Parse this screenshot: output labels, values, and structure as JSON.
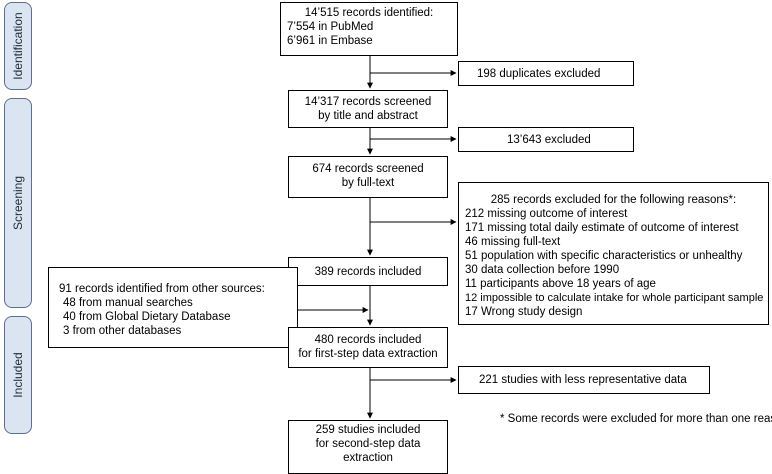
{
  "phases": {
    "identification": "Identification",
    "screening": "Screening",
    "included": "Included"
  },
  "boxes": {
    "records_identified": [
      "14’515 records identified:",
      "7’554 in PubMed",
      "6’961 in Embase"
    ],
    "duplicates": [
      "198 duplicates excluded"
    ],
    "screened_title": [
      "14’317 records screened",
      "by title and abstract"
    ],
    "excluded_13643": [
      "13’643 excluded"
    ],
    "screened_fulltext": [
      "674 records screened",
      "by full-text"
    ],
    "excluded_reasons": [
      "285 records excluded for the following reasons*:",
      "212 missing outcome of interest",
      "171 missing total daily estimate of outcome of interest",
      "46 missing full-text",
      "51 population with specific characteristics or unhealthy",
      "30 data collection before 1990",
      "11 participants above 18 years of age",
      "12 impossible to calculate intake for whole participant sample",
      "17 Wrong study design"
    ],
    "included_389": [
      "389 records included"
    ],
    "other_sources": [
      "91 records identified from other sources:",
      "48 from manual searches",
      "40 from Global Dietary Database",
      "3 from other databases"
    ],
    "included_480": [
      "480 records included",
      "for first-step data extraction"
    ],
    "less_representative": [
      "221 studies with less representative data"
    ],
    "included_259": [
      "259 studies included",
      "for second-step data",
      "extraction"
    ]
  },
  "footnote": "* Some records were excluded for more than one reason"
}
